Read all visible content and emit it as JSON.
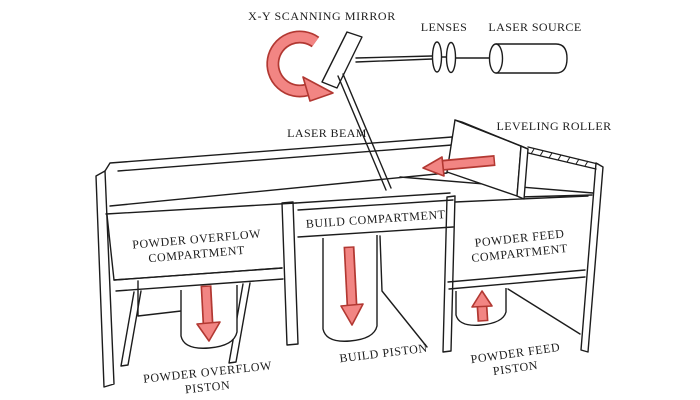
{
  "diagram": {
    "subject": "Selective laser sintering machine schematic",
    "labels": {
      "scanning_mirror": "X-Y SCANNING MIRROR",
      "lenses": "LENSES",
      "laser_source": "LASER SOURCE",
      "laser_beam": "LASER BEAM",
      "leveling_roller": "LEVELING ROLLER",
      "powder_overflow_compartment": {
        "line1": "POWDER OVERFLOW",
        "line2": "COMPARTMENT"
      },
      "build_compartment": "BUILD COMPARTMENT",
      "powder_feed_compartment": {
        "line1": "POWDER FEED",
        "line2": "COMPARTMENT"
      },
      "powder_overflow_piston": {
        "line1": "POWDER OVERFLOW",
        "line2": "PISTON"
      },
      "build_piston": "BUILD PISTON",
      "powder_feed_piston": {
        "line1": "POWDER FEED",
        "line2": "PISTON"
      }
    },
    "arrows": [
      {
        "name": "mirror-rotation-arrow",
        "direction": "rotational-sweep"
      },
      {
        "name": "roller-direction-arrow",
        "direction": "left"
      },
      {
        "name": "overflow-piston-arrow",
        "direction": "down"
      },
      {
        "name": "build-piston-arrow",
        "direction": "down"
      },
      {
        "name": "feed-piston-arrow",
        "direction": "up"
      }
    ],
    "colors": {
      "arrow_fill": "#f28583",
      "arrow_outline": "#b23832",
      "line": "#1c1c1c",
      "background": "#ffffff"
    }
  }
}
